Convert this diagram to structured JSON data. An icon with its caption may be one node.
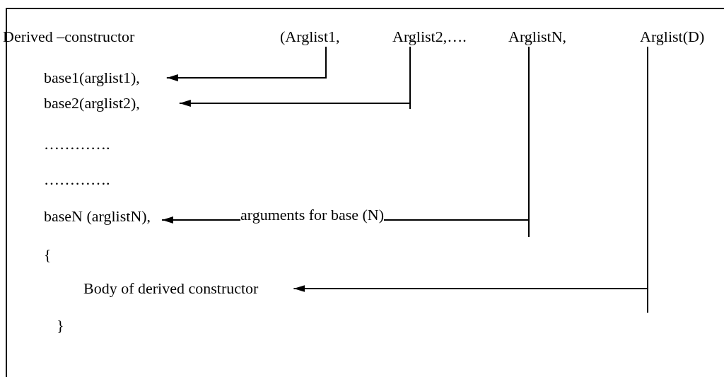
{
  "diagram": {
    "nodes": [
      {
        "text": [
          "(Arglist1,"
        ]
      },
      {
        "text": [
          "Arglist2,…."
        ]
      },
      {
        "text": [
          "ArglistN,"
        ]
      },
      {
        "text": [
          "Arglist(D)"
        ]
      },
      {
        "text": [
          "base1(arglist1),"
        ]
      },
      {
        "text": [
          "base2(arglist2),"
        ]
      },
      {
        "text": [
          "baseN (arglistN),"
        ]
      },
      {
        "text": [
          "Body of derived constructor"
        ]
      }
    ],
    "edges": [
      {
        "from": 0,
        "to": 4,
        "arrow": "to"
      },
      {
        "from": 1,
        "to": 5,
        "arrow": "to"
      },
      {
        "from": 2,
        "to": 6,
        "arrow": "to",
        "label": "arguments for base (N)"
      },
      {
        "from": 3,
        "to": 7,
        "arrow": "to"
      }
    ],
    "labels": [
      "Derived –constructor",
      "………….",
      "………….",
      "{",
      "}"
    ]
  }
}
